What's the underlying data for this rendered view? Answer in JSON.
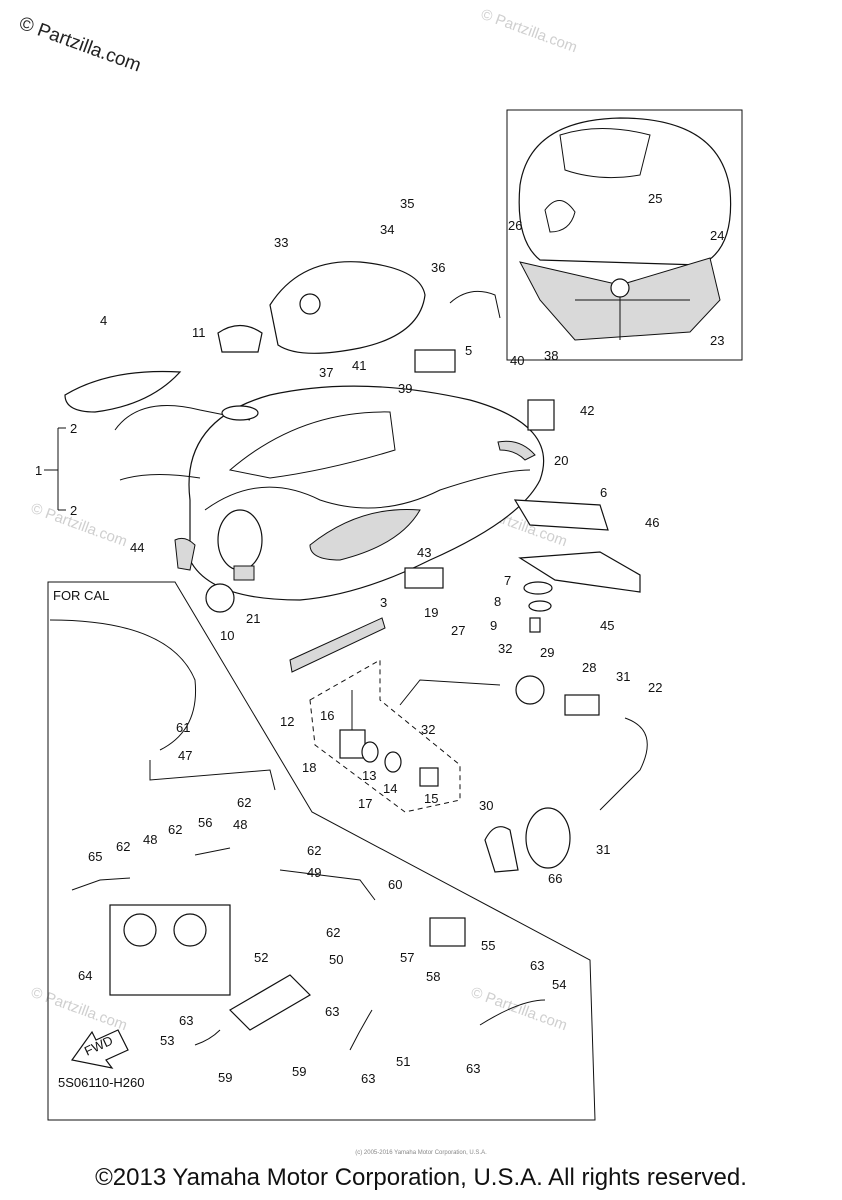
{
  "watermark": {
    "main": "© Partzilla.com",
    "repeat": "© Partzilla.com"
  },
  "inset_label": "FOR CAL",
  "fwd_label": "FWD",
  "diagram_code": "5S06110-H260",
  "fine_print": "(c) 2005-2016 Yamaha Motor Corporation, U.S.A.",
  "footer": "©2013 Yamaha Motor Corporation, U.S.A. All rights reserved.",
  "callouts": [
    "1",
    "2",
    "2",
    "3",
    "4",
    "5",
    "6",
    "7",
    "8",
    "9",
    "10",
    "11",
    "12",
    "13",
    "14",
    "15",
    "16",
    "17",
    "18",
    "19",
    "20",
    "21",
    "22",
    "23",
    "24",
    "25",
    "26",
    "27",
    "28",
    "29",
    "30",
    "31",
    "31",
    "32",
    "32",
    "33",
    "34",
    "35",
    "36",
    "37",
    "38",
    "39",
    "40",
    "41",
    "42",
    "43",
    "44",
    "45",
    "46",
    "47",
    "48",
    "48",
    "49",
    "50",
    "51",
    "52",
    "53",
    "54",
    "55",
    "56",
    "57",
    "58",
    "59",
    "59",
    "60",
    "61",
    "62",
    "62",
    "62",
    "62",
    "62",
    "63",
    "63",
    "63",
    "63",
    "63",
    "64",
    "65",
    "66"
  ]
}
